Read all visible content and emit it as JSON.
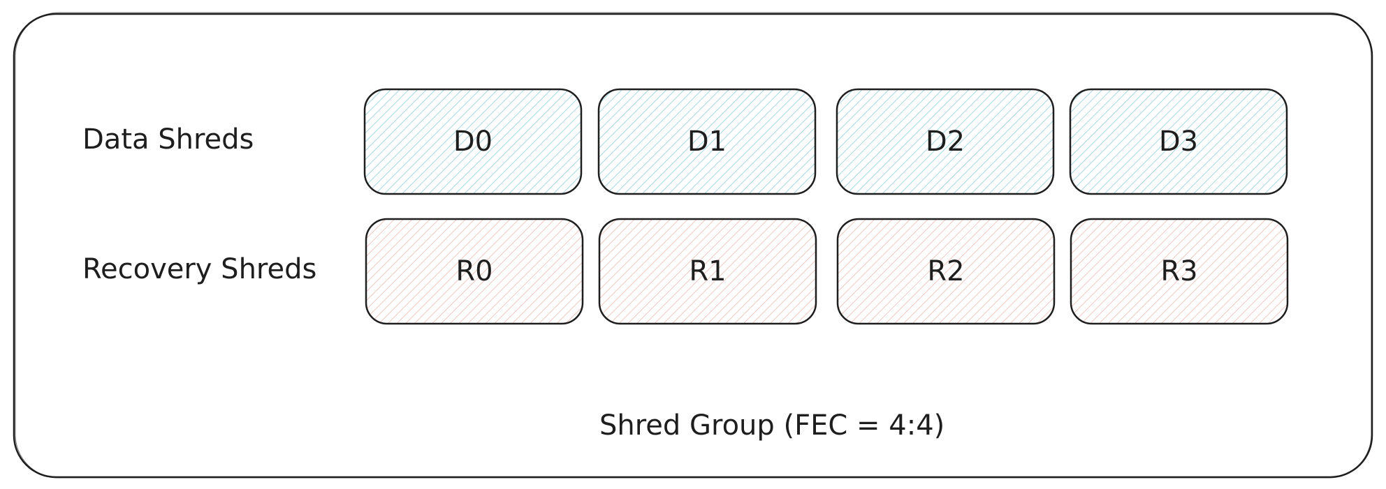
{
  "row_labels": {
    "data": "Data Shreds",
    "recovery": "Recovery Shreds"
  },
  "data_shreds": [
    "D0",
    "D1",
    "D2",
    "D3"
  ],
  "recovery_shreds": [
    "R0",
    "R1",
    "R2",
    "R3"
  ],
  "caption": "Shred Group (FEC = 4:4)",
  "colors": {
    "stroke": "#1e1e1e",
    "data_hatch": "#a5d8e0",
    "recovery_hatch": "#f2c7c3",
    "background": "#ffffff"
  }
}
